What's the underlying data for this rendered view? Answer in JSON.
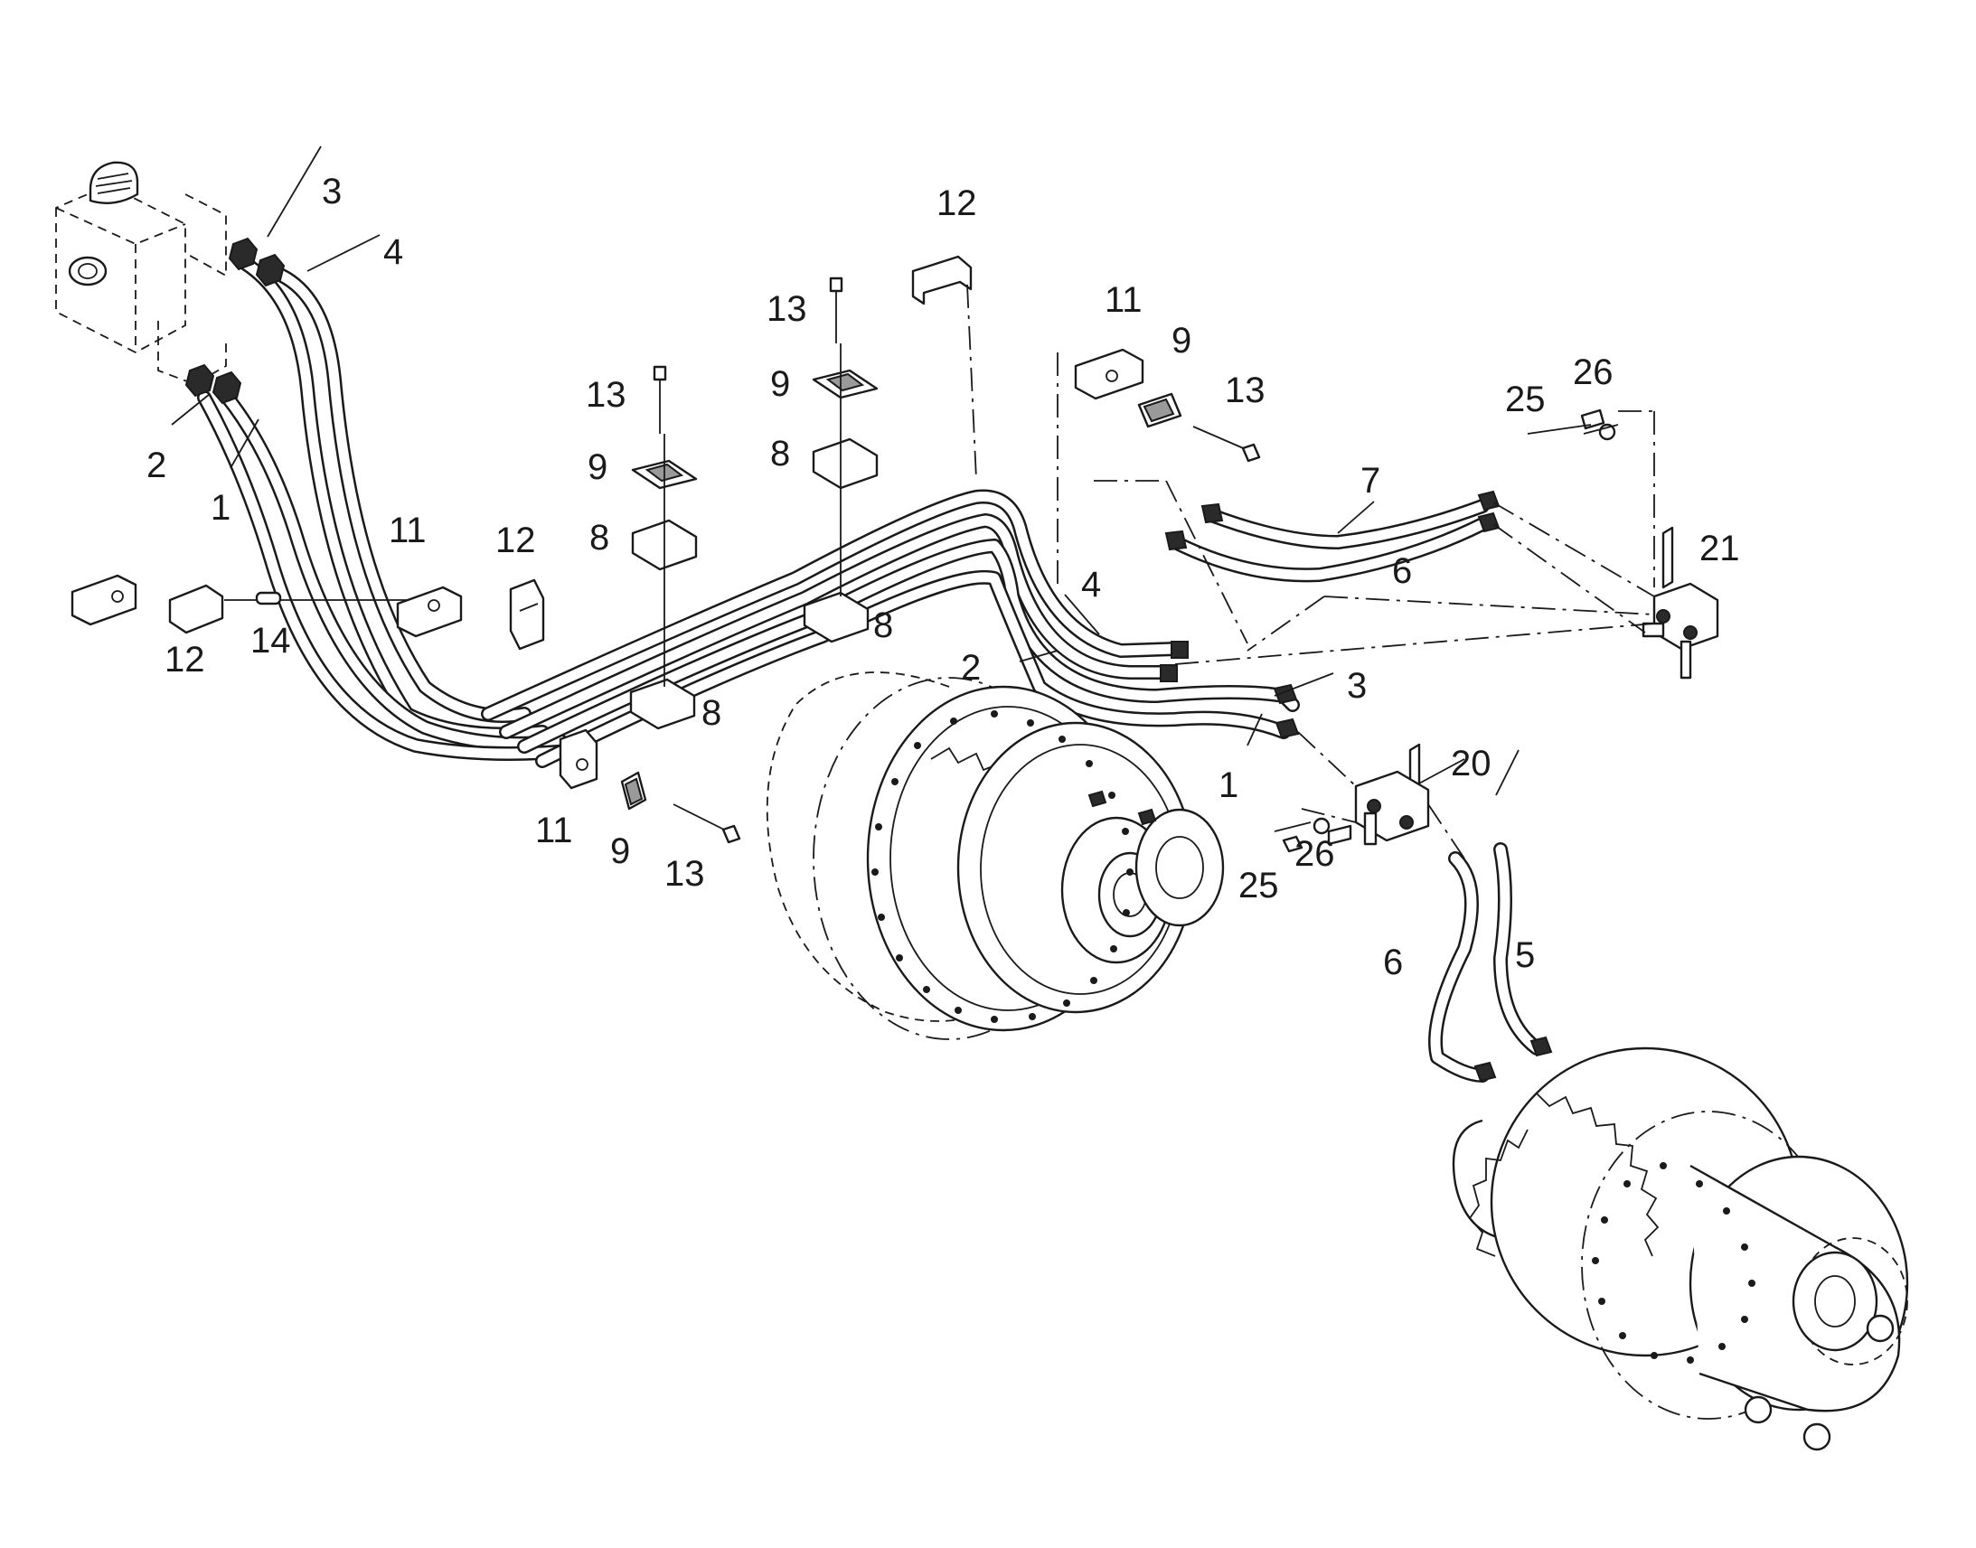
{
  "callouts": [
    {
      "id": "c-3-top",
      "text": "3"
    },
    {
      "id": "c-4-top",
      "text": "4"
    },
    {
      "id": "c-2-left",
      "text": "2"
    },
    {
      "id": "c-1-left",
      "text": "1"
    },
    {
      "id": "c-11-left",
      "text": "11"
    },
    {
      "id": "c-12-left",
      "text": "12"
    },
    {
      "id": "c-14",
      "text": "14"
    },
    {
      "id": "c-12-mid",
      "text": "12"
    },
    {
      "id": "c-11-bottom",
      "text": "11"
    },
    {
      "id": "c-9-bottom",
      "text": "9"
    },
    {
      "id": "c-13-bottom",
      "text": "13"
    },
    {
      "id": "c-13-a",
      "text": "13"
    },
    {
      "id": "c-9-a",
      "text": "9"
    },
    {
      "id": "c-8-a",
      "text": "8"
    },
    {
      "id": "c-8-b",
      "text": "8"
    },
    {
      "id": "c-13-b",
      "text": "13"
    },
    {
      "id": "c-9-b",
      "text": "9"
    },
    {
      "id": "c-8-c",
      "text": "8"
    },
    {
      "id": "c-8-d",
      "text": "8"
    },
    {
      "id": "c-12-top",
      "text": "12"
    },
    {
      "id": "c-11-right",
      "text": "11"
    },
    {
      "id": "c-9-right",
      "text": "9"
    },
    {
      "id": "c-13-right",
      "text": "13"
    },
    {
      "id": "c-7",
      "text": "7"
    },
    {
      "id": "c-25-top",
      "text": "25"
    },
    {
      "id": "c-26-top",
      "text": "26"
    },
    {
      "id": "c-21",
      "text": "21"
    },
    {
      "id": "c-6-top",
      "text": "6"
    },
    {
      "id": "c-4-mid",
      "text": "4"
    },
    {
      "id": "c-2-mid",
      "text": "2"
    },
    {
      "id": "c-3-mid",
      "text": "3"
    },
    {
      "id": "c-1-mid",
      "text": "1"
    },
    {
      "id": "c-20",
      "text": "20"
    },
    {
      "id": "c-26-mid",
      "text": "26"
    },
    {
      "id": "c-25-mid",
      "text": "25"
    },
    {
      "id": "c-6-bottom",
      "text": "6"
    },
    {
      "id": "c-5",
      "text": "5"
    }
  ]
}
